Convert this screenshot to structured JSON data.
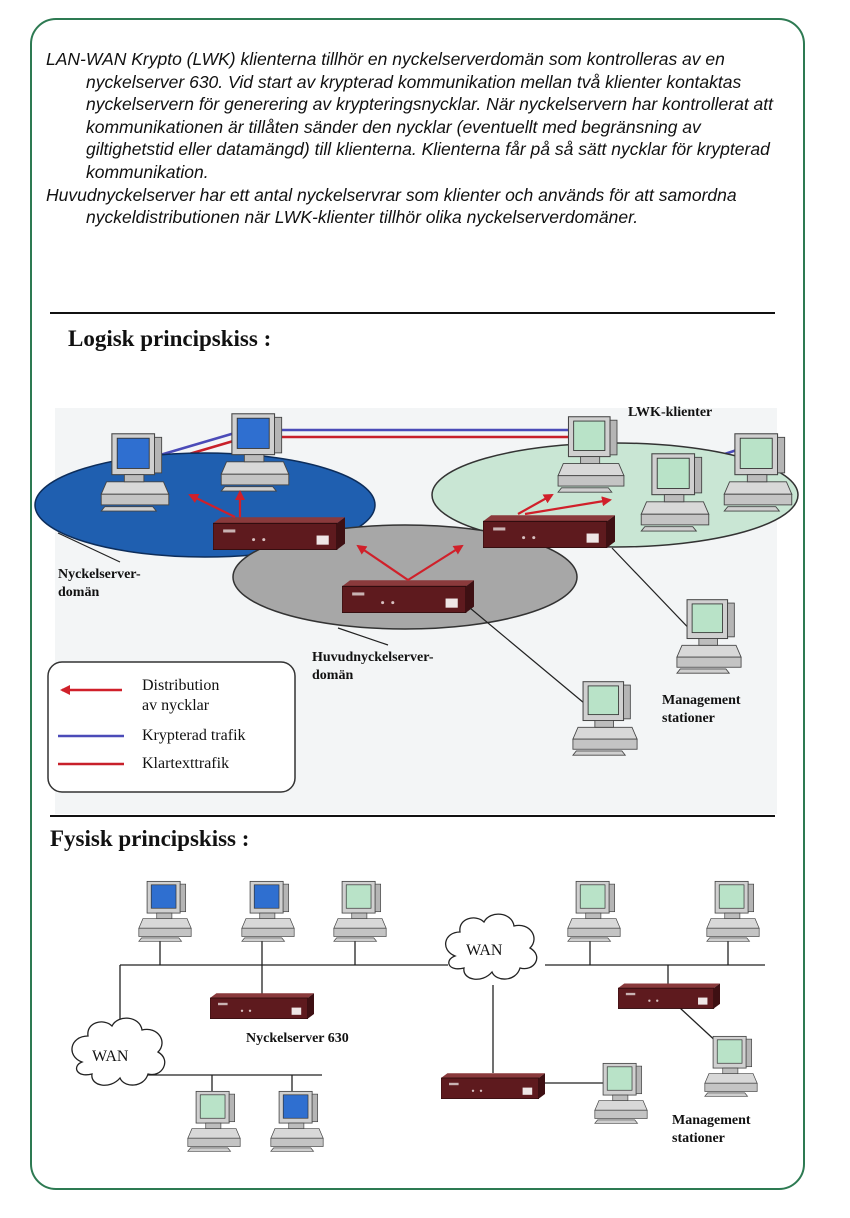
{
  "intro": {
    "paragraph1": "LAN-WAN Krypto (LWK) klienterna tillhör en nyckelserverdomän som kontrolleras av en nyckelserver 630. Vid start av krypterad kommunikation mellan två klienter kontaktas nyckelservern för generering av krypteringsnycklar. När nyckelservern har kontrollerat att kommunikationen är tillåten sänder den nycklar (eventuellt med begränsning av giltighetstid eller datamängd) till klienterna. Klienterna får på så sätt nycklar för krypterad kommunikation.",
    "paragraph2": "Huvudnyckelserver har ett antal nyckelservrar som klienter och används för att samordna nyckeldistributionen när LWK-klienter tillhör olika nyckelserverdomäner."
  },
  "logical": {
    "heading": "Logisk principskiss :",
    "labels": {
      "lwk_clients": "LWK-klienter",
      "key_server_domain": "Nyckelserver-\ndomän",
      "main_key_server_domain": "Huvudnyckelserver-\ndomän",
      "management": "Management\nstationer"
    },
    "legend": {
      "distribution": "Distribution\nav nycklar",
      "encrypted": "Krypterad trafik",
      "cleartext": "Klartexttrafik"
    }
  },
  "physical": {
    "heading": "Fysisk principskiss :",
    "wan_label": "WAN",
    "key_server_label": "Nyckelserver 630",
    "management": "Management\nstationer"
  },
  "colors": {
    "frame": "#2d7a52",
    "blue_domain": "#1f5fb0",
    "green_domain": "#c9e6d4",
    "gray_domain": "#a7a7a7",
    "device": "#6b1f22",
    "arrow": "#d0202a",
    "encrypted_line": "#4b4bb8",
    "cleartext_line": "#c8202a",
    "screen_blue": "#2f6fd0",
    "screen_green": "#b9e3c8"
  }
}
